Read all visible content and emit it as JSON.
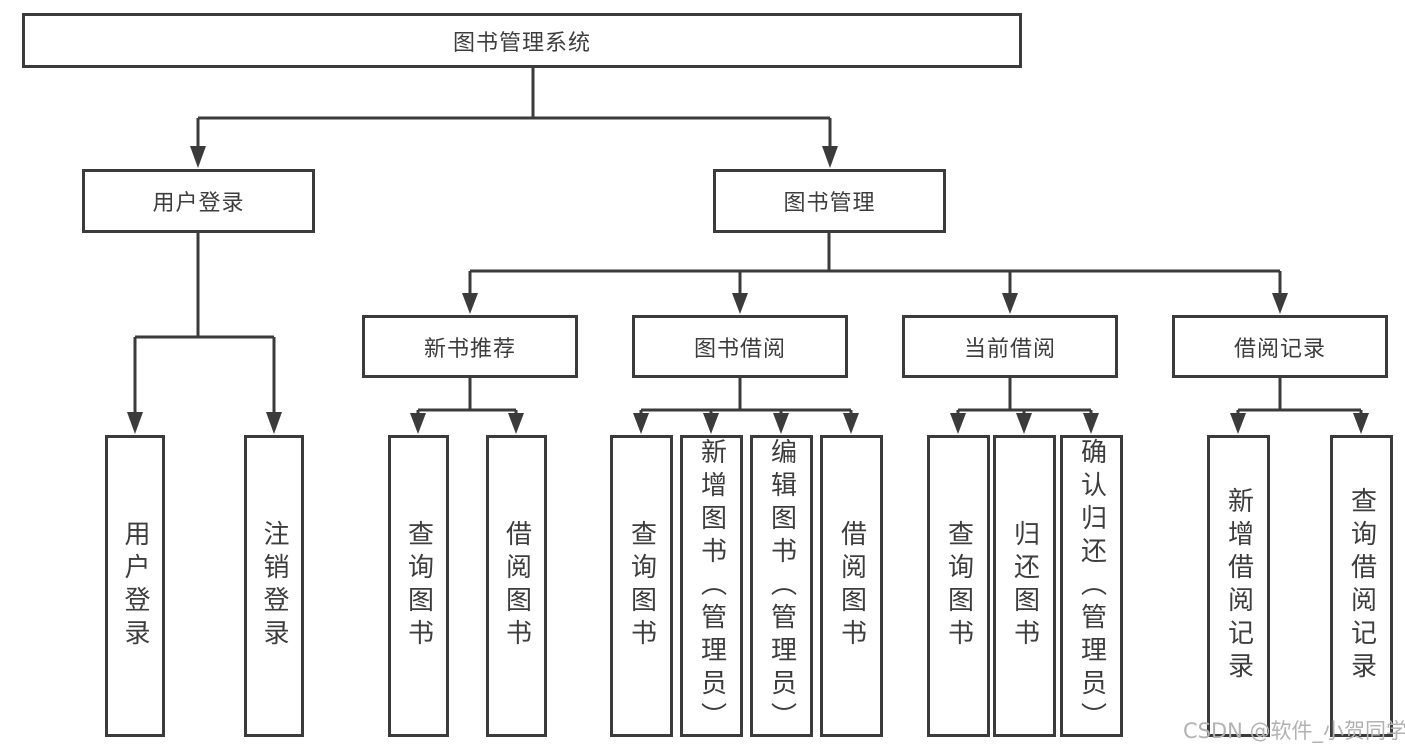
{
  "diagram": {
    "root_label": "图书管理系统",
    "branches": {
      "user_login": {
        "label": "用户登录",
        "children": [
          "用户登录",
          "注销登录"
        ]
      },
      "book_management": {
        "label": "图书管理"
      }
    },
    "modules": [
      {
        "label": "新书推荐",
        "children": [
          "查询图书",
          "借阅图书"
        ]
      },
      {
        "label": "图书借阅",
        "children": [
          "查询图书",
          "新增图书（管理员）",
          "编辑图书（管理员）",
          "借阅图书"
        ]
      },
      {
        "label": "当前借阅",
        "children": [
          "查询图书",
          "归还图书",
          "确认归还（管理员）"
        ]
      },
      {
        "label": "借阅记录",
        "children": [
          "新增借阅记录",
          "查询借阅记录"
        ]
      }
    ]
  },
  "watermark": "CSDN @软件_小贺同学",
  "colors": {
    "line": "#3b3b3b",
    "text": "#3d3d3d",
    "watermark": "#b2b2b2",
    "background": "#ffffff"
  }
}
